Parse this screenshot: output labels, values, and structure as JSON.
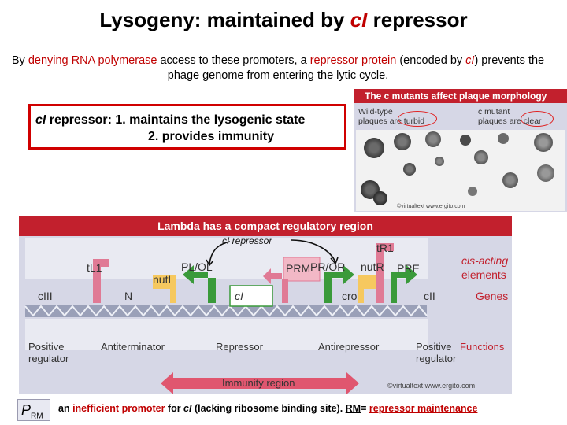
{
  "title": {
    "pre": "Lysogeny: maintained by ",
    "red": "cI",
    "post": " repressor"
  },
  "intro": {
    "t1": "By ",
    "t2": "denying RNA polymerase",
    "t3": " access to these promoters, a ",
    "t4": "repressor protein",
    "t5": " (encoded by ",
    "t6": "cI",
    "t7": ") prevents the phage genome from entering the lytic cycle."
  },
  "cr_box": {
    "line1_italic": "cI",
    "line1": " repressor: 1. maintains the lysogenic state",
    "line2": "2. provides immunity"
  },
  "plaque_panel": {
    "header": "The c mutants affect plaque morphology",
    "left_line1": "Wild-type",
    "left_line2": "plaques are turbid",
    "right_line1": "c mutant",
    "right_line2": "plaques are clear",
    "watermark": "©virtualtext  www.ergito.com"
  },
  "lambda_panel": {
    "header": "Lambda has a compact regulatory region",
    "ci_repressor_callout": "cI repressor",
    "tL1": "tL1",
    "tR1": "tR1",
    "PL_OL": "PL/OL",
    "nutL": "nutL",
    "PRM": "PRM",
    "PR_OR": "PR/OR",
    "nutR": "nutR",
    "PRE": "PRE",
    "cis_acting": "cis-acting",
    "elements": "elements",
    "genes": [
      "cIII",
      "N",
      "cI",
      "cro",
      "cII"
    ],
    "genes_label": "Genes",
    "functions": [
      "Positive",
      "regulator",
      "Antiterminator",
      "Repressor",
      "Antirepressor",
      "Positive",
      "regulator"
    ],
    "functions_label": "Functions",
    "immunity": "Immunity region",
    "watermark": "©virtualtext  www.ergito.com"
  },
  "footer": {
    "prm_p": "P",
    "prm_sub": "RM",
    "t1": "an ",
    "t2": "inefficient promoter",
    "t3": " for ",
    "t4": "cI",
    "t5": " (lacking ribosome binding site). ",
    "t6": "RM",
    "t7": "= ",
    "t8": "repressor maintenance"
  },
  "colors": {
    "header_red": "#c2202d",
    "text_red": "#c00000",
    "gene_green": "#3a9a3a",
    "promoter_pink": "#f2b8c6",
    "panel_bg": "#d6d7e6"
  }
}
